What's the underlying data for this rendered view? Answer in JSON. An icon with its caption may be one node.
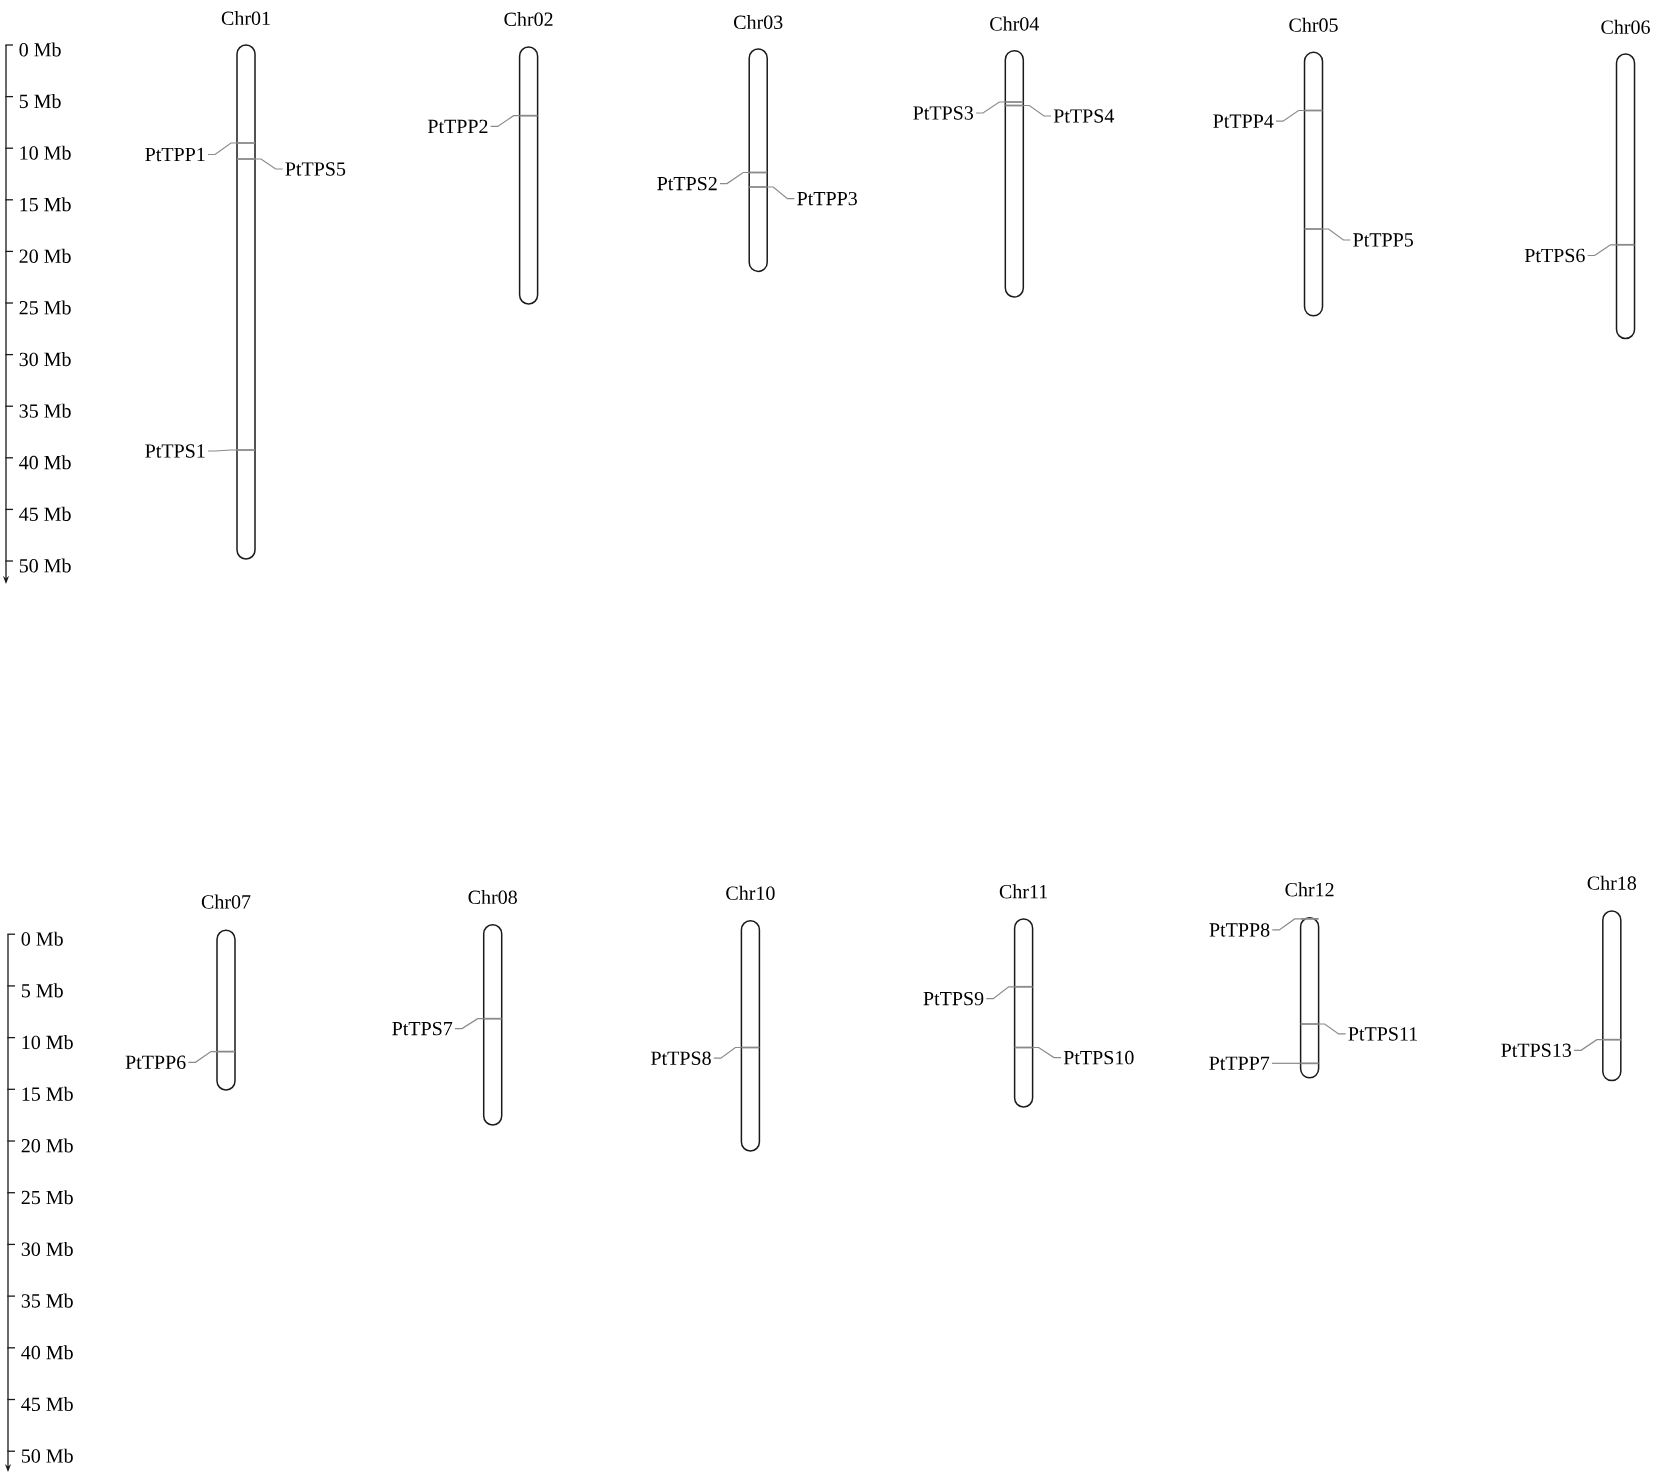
{
  "diagram": {
    "nodes": [
      {
        "text": [
          "Chr01"
        ]
      },
      {
        "text": [],
        "shape": "bar",
        "in": 0
      },
      {
        "text": [],
        "shape": "bar",
        "in": 0
      },
      {
        "text": [],
        "shape": "bar",
        "in": 0
      },
      {
        "text": [
          "PtTPP1"
        ]
      },
      {
        "text": [
          "PtTPS5"
        ]
      },
      {
        "text": [
          "PtTPS1"
        ]
      },
      {
        "text": [
          "Chr02"
        ]
      },
      {
        "text": [],
        "shape": "bar",
        "in": 7
      },
      {
        "text": [
          "PtTPP2"
        ]
      },
      {
        "text": [
          "Chr03"
        ]
      },
      {
        "text": [],
        "shape": "bar",
        "in": 10
      },
      {
        "text": [],
        "shape": "bar",
        "in": 10
      },
      {
        "text": [
          "PtTPS2"
        ]
      },
      {
        "text": [
          "PtTPP3"
        ]
      },
      {
        "text": [
          "Chr04"
        ]
      },
      {
        "text": [],
        "shape": "bar",
        "in": 15
      },
      {
        "text": [],
        "shape": "bar",
        "in": 15
      },
      {
        "text": [
          "PtTPS3"
        ]
      },
      {
        "text": [
          "PtTPS4"
        ]
      },
      {
        "text": [
          "Chr05"
        ]
      },
      {
        "text": [],
        "shape": "bar",
        "in": 20
      },
      {
        "text": [],
        "shape": "bar",
        "in": 20
      },
      {
        "text": [
          "PtTPP4"
        ]
      },
      {
        "text": [
          "PtTPP5"
        ]
      },
      {
        "text": [
          "Chr06"
        ]
      },
      {
        "text": [],
        "shape": "bar",
        "in": 25
      },
      {
        "text": [
          "PtTPS6"
        ]
      },
      {
        "text": [
          "Chr07"
        ]
      },
      {
        "text": [],
        "shape": "bar",
        "in": 28
      },
      {
        "text": [
          "PtTPP6"
        ]
      },
      {
        "text": [
          "Chr08"
        ]
      },
      {
        "text": [],
        "shape": "bar",
        "in": 31
      },
      {
        "text": [
          "PtTPS7"
        ]
      },
      {
        "text": [
          "Chr10"
        ]
      },
      {
        "text": [],
        "shape": "bar",
        "in": 34
      },
      {
        "text": [
          "PtTPS8"
        ]
      },
      {
        "text": [
          "Chr11"
        ]
      },
      {
        "text": [],
        "shape": "bar",
        "in": 37
      },
      {
        "text": [],
        "shape": "bar",
        "in": 37
      },
      {
        "text": [
          "PtTPS9"
        ]
      },
      {
        "text": [
          "PtTPS10"
        ]
      },
      {
        "text": [
          "Chr12"
        ]
      },
      {
        "text": [],
        "shape": "bar",
        "in": 42
      },
      {
        "text": [],
        "shape": "bar",
        "in": 42
      },
      {
        "text": [],
        "shape": "bar",
        "in": 42
      },
      {
        "text": [
          "PtTPP8"
        ]
      },
      {
        "text": [
          "PtTPS11"
        ]
      },
      {
        "text": [
          "PtTPP7"
        ]
      },
      {
        "text": [
          "Chr18"
        ]
      },
      {
        "text": [],
        "shape": "bar",
        "in": 49
      },
      {
        "text": [
          "PtTPS13"
        ]
      }
    ],
    "edges": [
      {
        "from": 4,
        "to": 1,
        "arrow": "none"
      },
      {
        "from": 5,
        "to": 2,
        "arrow": "none"
      },
      {
        "from": 6,
        "to": 3,
        "arrow": "none"
      },
      {
        "from": 9,
        "to": 8,
        "arrow": "none"
      },
      {
        "from": 13,
        "to": 11,
        "arrow": "none"
      },
      {
        "from": 14,
        "to": 12,
        "arrow": "none"
      },
      {
        "from": 18,
        "to": 16,
        "arrow": "none"
      },
      {
        "from": 19,
        "to": 17,
        "arrow": "none"
      },
      {
        "from": 23,
        "to": 21,
        "arrow": "none"
      },
      {
        "from": 24,
        "to": 22,
        "arrow": "none"
      },
      {
        "from": 27,
        "to": 26,
        "arrow": "none"
      },
      {
        "from": 30,
        "to": 29,
        "arrow": "none"
      },
      {
        "from": 33,
        "to": 32,
        "arrow": "none"
      },
      {
        "from": 36,
        "to": 35,
        "arrow": "none"
      },
      {
        "from": 40,
        "to": 38,
        "arrow": "none"
      },
      {
        "from": 41,
        "to": 39,
        "arrow": "none"
      },
      {
        "from": 46,
        "to": 43,
        "arrow": "none"
      },
      {
        "from": 47,
        "to": 44,
        "arrow": "none"
      },
      {
        "from": 48,
        "to": 45,
        "arrow": "none"
      },
      {
        "from": 51,
        "to": 50,
        "arrow": "none"
      }
    ],
    "labels": [
      "0 Mb",
      "5 Mb",
      "10 Mb",
      "15 Mb",
      "20 Mb",
      "25 Mb",
      "30 Mb",
      "35 Mb",
      "40 Mb",
      "45 Mb",
      "50 Mb",
      "0 Mb",
      "5 Mb",
      "10 Mb",
      "15 Mb",
      "20 Mb",
      "25 Mb",
      "30 Mb",
      "35 Mb",
      "40 Mb",
      "45 Mb",
      "50 Mb"
    ]
  }
}
